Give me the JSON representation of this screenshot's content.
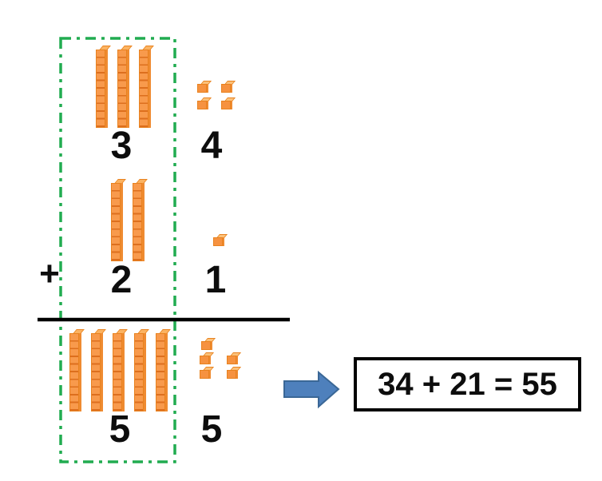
{
  "diagram": {
    "title_semantic": "base-ten-blocks-addition",
    "plus_sign": "+",
    "equation": "34 + 21 = 55",
    "rows": [
      {
        "name": "addend-1",
        "tens": 3,
        "ones": 4,
        "tens_label": "3",
        "ones_label": "4"
      },
      {
        "name": "addend-2",
        "tens": 2,
        "ones": 1,
        "tens_label": "2",
        "ones_label": "1"
      },
      {
        "name": "sum",
        "tens": 5,
        "ones": 5,
        "tens_label": "5",
        "ones_label": "5"
      }
    ],
    "colors": {
      "block_front_orange": "#F89A4C",
      "block_segment_dark": "#DD6F1E",
      "block_top_light": "#FBB362",
      "block_edge": "#E8821F",
      "grouping_box_green": "#21AC50",
      "arrow_fill_blue": "#4E80BC",
      "arrow_stroke_blue": "#3A6796",
      "line_black": "#000000"
    }
  }
}
